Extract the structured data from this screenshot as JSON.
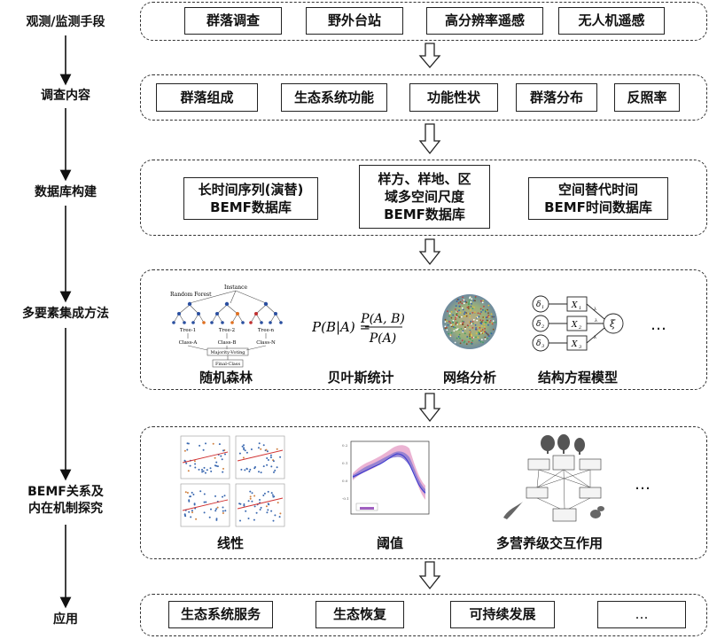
{
  "rows": [
    {
      "label": "观测/监测手段",
      "label2": "",
      "items": [
        "群落调查",
        "野外台站",
        "高分辨率遥感",
        "无人机遥感"
      ]
    },
    {
      "label": "调查内容",
      "label2": "",
      "items": [
        "群落组成",
        "生态系统功能",
        "功能性状",
        "群落分布",
        "反照率"
      ]
    },
    {
      "label": "数据库构建",
      "label2": "",
      "items": [
        "长时间序列(演替)",
        "BEMF数据库",
        "样方、样地、区",
        "域多空间尺度",
        "BEMF数据库",
        "空间替代时间",
        "BEMF时间数据库"
      ]
    },
    {
      "label": "多要素集成方法",
      "label2": "",
      "items": [
        "随机森林",
        "贝叶斯统计",
        "网络分析",
        "结构方程模型",
        "…"
      ]
    },
    {
      "label": "BEMF关系及",
      "label2": "内在机制探究",
      "items": [
        "线性",
        "阈值",
        "多营养级交互作用",
        "…"
      ]
    },
    {
      "label": "应用",
      "label2": "",
      "items": [
        "生态系统服务",
        "生态恢复",
        "可持续发展",
        "…"
      ]
    }
  ],
  "figures": {
    "rf": {
      "title1": "Instance",
      "title2": "Random Forest",
      "trees": [
        "Tree-1",
        "Tree-2",
        "Tree-n"
      ],
      "classes": [
        "Class-A",
        "Class-B",
        "Class-N"
      ],
      "vote": "Majority-Voting",
      "final": "Final-Class"
    },
    "bayes": {
      "lhs": "P(B|A) =",
      "num": "P(A, B)",
      "den": "P(A)"
    },
    "sem": {
      "d1": "δ",
      "d1s": "1",
      "d2s": "2",
      "d3s": "3",
      "x": "X",
      "xi": "ξ",
      "lam": "λ"
    }
  }
}
